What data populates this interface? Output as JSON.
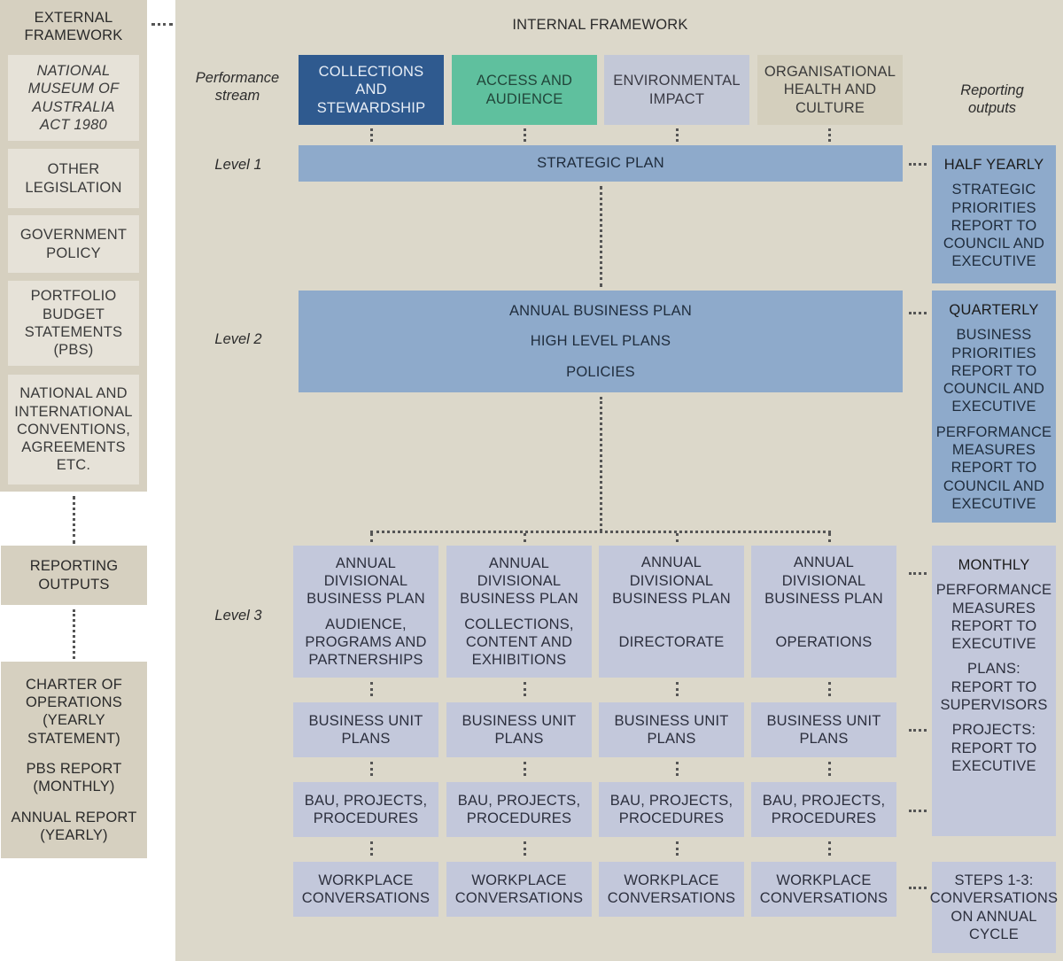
{
  "external": {
    "title": [
      "EXTERNAL",
      "FRAMEWORK"
    ],
    "items": [
      [
        "NATIONAL",
        "MUSEUM OF",
        "AUSTRALIA",
        "ACT 1980"
      ],
      [
        "OTHER",
        "LEGISLATION"
      ],
      [
        "GOVERNMENT",
        "POLICY"
      ],
      [
        "PORTFOLIO",
        "BUDGET",
        "STATEMENTS",
        "(PBS)"
      ],
      [
        "NATIONAL AND",
        "INTERNATIONAL",
        "CONVENTIONS,",
        "AGREEMENTS",
        "ETC."
      ]
    ],
    "reporting_outputs": [
      "REPORTING",
      "OUTPUTS"
    ],
    "reports": {
      "charter": [
        "CHARTER OF",
        "OPERATIONS",
        "(YEARLY",
        "STATEMENT)"
      ],
      "pbs": [
        "PBS REPORT",
        "(MONTHLY)"
      ],
      "annual": [
        "ANNUAL REPORT",
        "(YEARLY)"
      ]
    }
  },
  "internal": {
    "title": "INTERNAL FRAMEWORK",
    "performance_stream_label": [
      "Performance",
      "stream"
    ],
    "reporting_outputs_label": [
      "Reporting",
      "outputs"
    ],
    "streams": [
      [
        "COLLECTIONS",
        "AND",
        "STEWARDSHIP"
      ],
      [
        "ACCESS AND",
        "AUDIENCE"
      ],
      [
        "ENVIRONMENTAL",
        "IMPACT"
      ],
      [
        "ORGANISATIONAL",
        "HEALTH AND",
        "CULTURE"
      ]
    ],
    "levels": {
      "level1": "Level 1",
      "level2": "Level 2",
      "level3": "Level 3"
    },
    "strategic_plan": "STRATEGIC PLAN",
    "level2_items": [
      "ANNUAL BUSINESS PLAN",
      "HIGH LEVEL PLANS",
      "POLICIES"
    ],
    "divisional": {
      "header": [
        "ANNUAL",
        "DIVISIONAL",
        "BUSINESS PLAN"
      ],
      "names": [
        [
          "AUDIENCE,",
          "PROGRAMS AND",
          "PARTNERSHIPS"
        ],
        [
          "COLLECTIONS,",
          "CONTENT AND",
          "EXHIBITIONS"
        ],
        [
          "DIRECTORATE"
        ],
        [
          "OPERATIONS"
        ]
      ]
    },
    "business_unit_plans": [
      "BUSINESS UNIT",
      "PLANS"
    ],
    "bau": [
      "BAU, PROJECTS,",
      "PROCEDURES"
    ],
    "workplace": [
      "WORKPLACE",
      "CONVERSATIONS"
    ]
  },
  "reporting": {
    "half_yearly": {
      "heading": "HALF YEARLY",
      "body": [
        "STRATEGIC",
        "PRIORITIES",
        "REPORT TO",
        "COUNCIL AND",
        "EXECUTIVE"
      ]
    },
    "quarterly": {
      "heading": "QUARTERLY",
      "body1": [
        "BUSINESS",
        "PRIORITIES",
        "REPORT TO",
        "COUNCIL AND",
        "EXECUTIVE"
      ],
      "body2": [
        "PERFORMANCE",
        "MEASURES",
        "REPORT TO",
        "COUNCIL AND",
        "EXECUTIVE"
      ]
    },
    "monthly": {
      "heading": "MONTHLY",
      "body1": [
        "PERFORMANCE",
        "MEASURES",
        "REPORT TO",
        "EXECUTIVE"
      ],
      "body2": [
        "PLANS:",
        "REPORT TO",
        "SUPERVISORS"
      ],
      "body3": [
        "PROJECTS:",
        "REPORT TO",
        "EXECUTIVE"
      ]
    },
    "steps": [
      "STEPS 1-3:",
      "CONVERSATIONS",
      "ON ANNUAL",
      "CYCLE"
    ]
  },
  "colors": {
    "collections": "#2f5a8f",
    "access": "#5fc09e",
    "environmental": "#c3c8d7",
    "organisational": "#d4cfbd",
    "plan_blue": "#8eaacb",
    "level3_lavender": "#c3c8db",
    "background_beige": "#dcd8ca"
  }
}
